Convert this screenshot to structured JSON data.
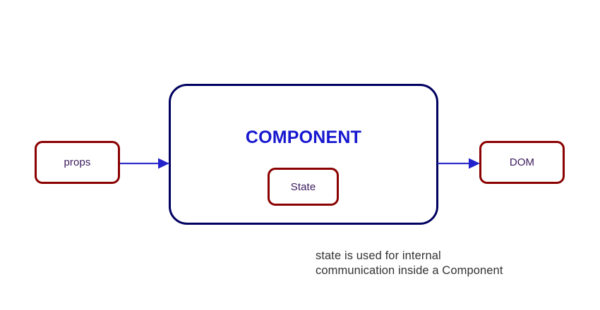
{
  "diagram": {
    "title_text": "COMPONENT",
    "nodes": {
      "props": {
        "label": "props"
      },
      "state": {
        "label": "State"
      },
      "dom": {
        "label": "DOM"
      }
    },
    "edges": {
      "props_to_component": {
        "label": ""
      },
      "component_to_dom": {
        "label": ""
      }
    },
    "caption": "state is used for internal\ncommunication inside a Component"
  },
  "colors": {
    "box_border_red": "#8b0000",
    "box_border_navy": "#000060",
    "title_blue": "#1717cf",
    "node_label_indigo": "#3a1a5e",
    "arrow_blue": "#3333cc",
    "caption_gray": "#333333",
    "background": "#ffffff"
  }
}
